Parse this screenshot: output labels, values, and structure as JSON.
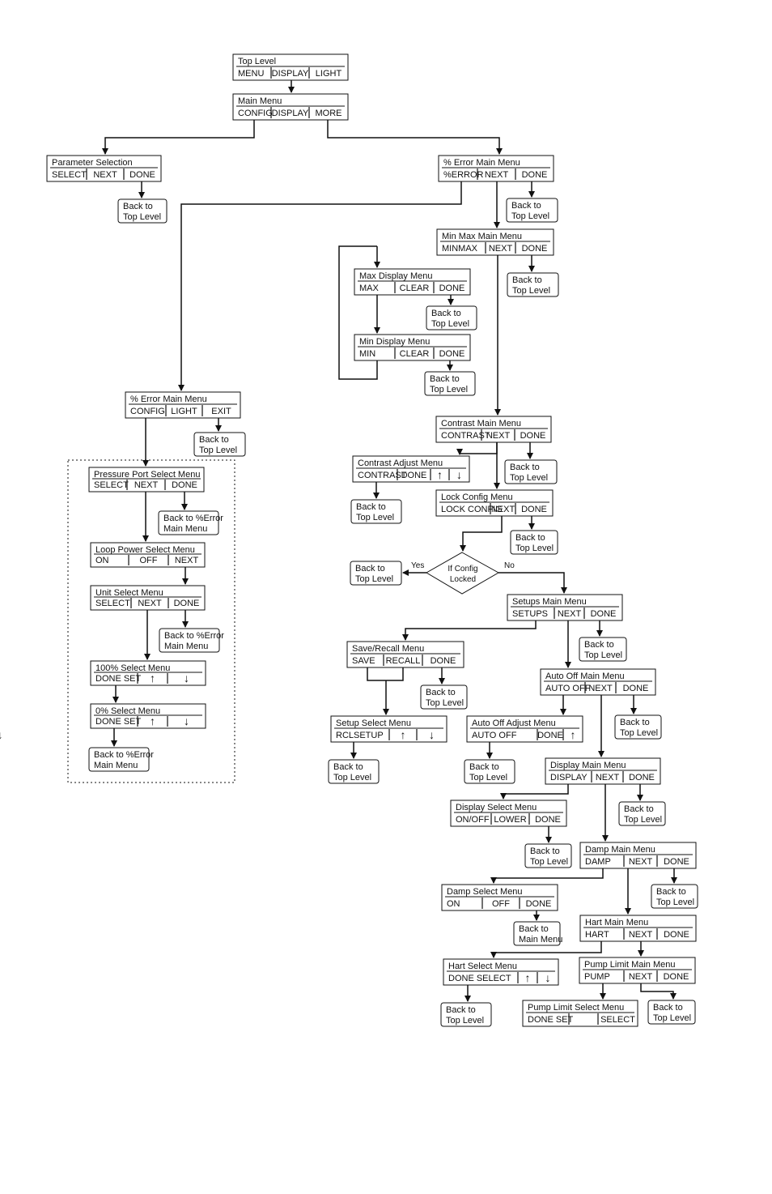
{
  "menus": {
    "top_level": {
      "title": "Top Level",
      "cells": [
        "MENU",
        "DISPLAY",
        "LIGHT"
      ]
    },
    "main_menu": {
      "title": "Main Menu",
      "cells": [
        "CONFIG",
        "DISPLAY",
        "MORE"
      ]
    },
    "parameter_selection": {
      "title": "Parameter Selection",
      "cells": [
        "SELECT",
        "NEXT",
        "DONE"
      ]
    },
    "error_main_right": {
      "title": "% Error Main Menu",
      "cells": [
        "%ERROR",
        "NEXT",
        "DONE"
      ]
    },
    "minmax_main": {
      "title": "Min Max  Main Menu",
      "cells": [
        "MINMAX",
        "NEXT",
        "DONE"
      ]
    },
    "max_display": {
      "title": "Max Display Menu",
      "cells": [
        "MAX",
        "CLEAR",
        "DONE"
      ]
    },
    "min_display": {
      "title": "Min Display Menu",
      "cells": [
        "MIN",
        "CLEAR",
        "DONE"
      ]
    },
    "error_main_left": {
      "title": "% Error Main Menu",
      "cells": [
        "CONFIG",
        "LIGHT",
        "EXIT"
      ]
    },
    "pressure_port": {
      "title": "Pressure Port Select Menu",
      "cells": [
        "SELECT",
        "NEXT",
        "DONE"
      ]
    },
    "loop_power": {
      "title": "Loop Power Select Menu",
      "cells": [
        "ON",
        "OFF",
        "NEXT"
      ]
    },
    "unit_select": {
      "title": "Unit Select Menu",
      "cells": [
        "SELECT",
        "NEXT",
        "DONE"
      ]
    },
    "select_100": {
      "title": "100% Select Menu",
      "cells": [
        "DONE SET",
        "up-arrow",
        "down-arrow"
      ]
    },
    "select_0": {
      "title": "0% Select Menu",
      "cells": [
        "DONE SET",
        "up-arrow",
        "down-arrow"
      ]
    },
    "contrast_main": {
      "title": "Contrast  Main Menu",
      "cells": [
        "CONTRAST",
        "NEXT",
        "DONE"
      ]
    },
    "contrast_adjust": {
      "title": "Contrast Adjust Menu",
      "cells": [
        "CONTRAST",
        "DONE",
        "up-arrow",
        "down-arrow"
      ]
    },
    "lock_config": {
      "title": "Lock Config  Menu",
      "cells": [
        "LOCK CONFIG",
        "NEXT",
        "DONE"
      ]
    },
    "setups_main": {
      "title": "Setups Main Menu",
      "cells": [
        "SETUPS",
        "NEXT",
        "DONE"
      ]
    },
    "save_recall": {
      "title": "Save/Recall Menu",
      "cells": [
        "SAVE",
        "RECALL",
        "DONE"
      ]
    },
    "setup_select": {
      "title": "Setup Select Menu",
      "cells": [
        "RCLSETUP",
        "up-arrow",
        "down-arrow"
      ]
    },
    "auto_off_main": {
      "title": "Auto Off Main Menu",
      "cells": [
        "AUTO OFF",
        "NEXT",
        "DONE"
      ]
    },
    "auto_off_adjust": {
      "title": "Auto Off Adjust Menu",
      "cells": [
        "AUTO OFF",
        "DONE",
        "up-arrow",
        "down-arrow"
      ]
    },
    "display_main": {
      "title": "Display Main Menu",
      "cells": [
        "DISPLAY",
        "NEXT",
        "DONE"
      ]
    },
    "display_select": {
      "title": "Display Select Menu",
      "cells": [
        "ON/OFF",
        "LOWER",
        "DONE"
      ]
    },
    "damp_main": {
      "title": "Damp Main Menu",
      "cells": [
        "DAMP",
        "NEXT",
        "DONE"
      ]
    },
    "damp_select": {
      "title": "Damp Select Menu",
      "cells": [
        "ON",
        "OFF",
        "DONE"
      ]
    },
    "hart_main": {
      "title": "Hart Main Menu",
      "cells": [
        "HART",
        "NEXT",
        "DONE"
      ]
    },
    "hart_select": {
      "title": "Hart Select Menu",
      "cells": [
        "DONE SELECT",
        "up-arrow",
        "down-arrow"
      ]
    },
    "pump_limit_main": {
      "title": "Pump Limit Main Menu",
      "cells": [
        "PUMP",
        "NEXT",
        "DONE"
      ]
    },
    "pump_limit_select": {
      "title": "Pump Limit Select Menu",
      "cells": [
        "DONE SET",
        "",
        "SELECT"
      ]
    }
  },
  "back_labels": {
    "top": [
      "Back to",
      "Top Level"
    ],
    "error": [
      "Back to %Error",
      "Main Menu"
    ],
    "main": [
      "Back to",
      "Main Menu"
    ]
  },
  "decision": {
    "lines": [
      "If Config",
      "Locked"
    ],
    "yes": "Yes",
    "no": "No"
  },
  "colors": {
    "stroke": "#111111",
    "background": "#ffffff"
  }
}
